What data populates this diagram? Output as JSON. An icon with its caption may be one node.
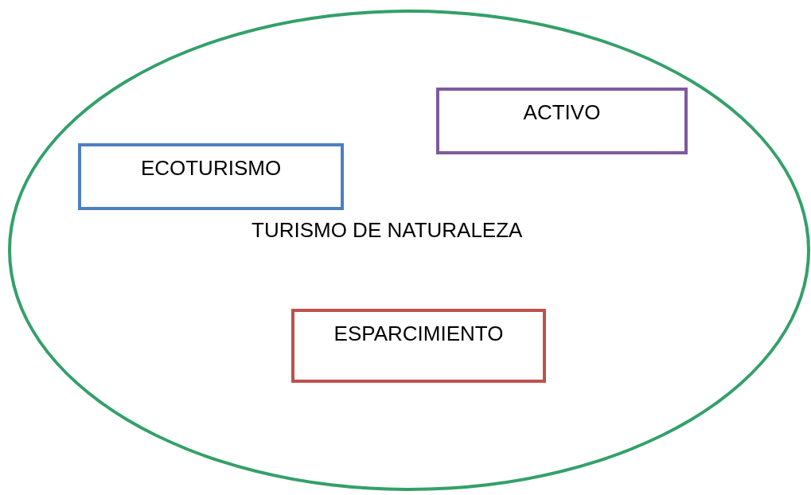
{
  "diagram": {
    "nodes": [
      {
        "text": [
          "TURISMO DE NATURALEZA"
        ]
      },
      {
        "text": [
          "ACTIVO"
        ],
        "in": 0
      },
      {
        "text": [
          "ECOTURISMO"
        ],
        "in": 0
      },
      {
        "text": [
          "ESPARCIMIENTO"
        ],
        "in": 0
      }
    ]
  }
}
